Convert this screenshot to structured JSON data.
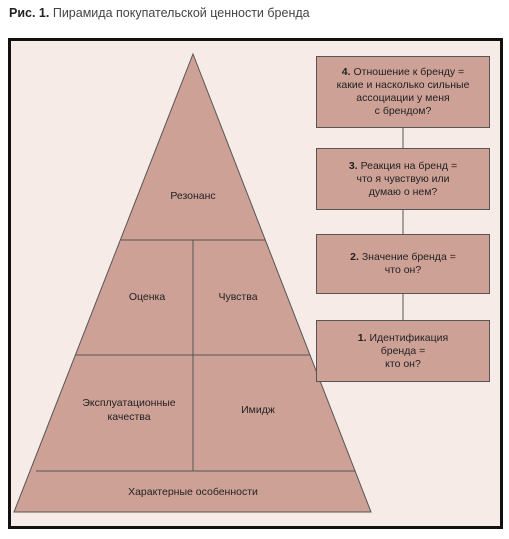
{
  "caption": {
    "figure_number": "Рис. 1.",
    "title": "Пирамида покупательской ценности бренда"
  },
  "colors": {
    "background": "#f6ebe7",
    "fill": "#cea197",
    "line": "#555555",
    "frame": "#111111"
  },
  "pyramid": {
    "top": "Резонанс",
    "middle_left": "Оценка",
    "middle_right": "Чувства",
    "lower_left": "Эксплуатационные\nкачества",
    "lower_right": "Имидж",
    "base": "Характерные особенности"
  },
  "steps": [
    {
      "number": "4.",
      "text": " Отношение к бренду =\nкакие и насколько сильные\nассоциации у меня\nс брендом?"
    },
    {
      "number": "3.",
      "text": " Реакция на бренд =\nчто я чувствую или\nдумаю о нем?"
    },
    {
      "number": "2.",
      "text": " Значение бренда =\nчто он?"
    },
    {
      "number": "1.",
      "text": " Идентификация\nбренда =\nкто он?"
    }
  ]
}
